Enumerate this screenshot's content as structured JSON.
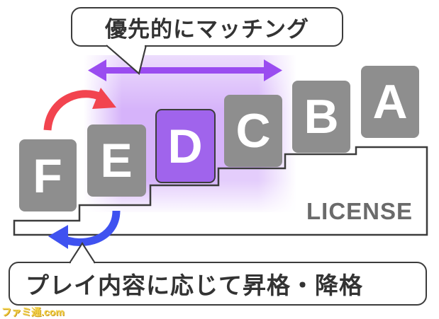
{
  "top_label": "優先的にマッチング",
  "bottom_label": "プレイ内容に応じて昇格・降格",
  "license_label": "LICENSE",
  "watermark_text": "ファミ通.com",
  "tiles": [
    {
      "letter": "F",
      "highlighted": false
    },
    {
      "letter": "E",
      "highlighted": false
    },
    {
      "letter": "D",
      "highlighted": true
    },
    {
      "letter": "C",
      "highlighted": false
    },
    {
      "letter": "B",
      "highlighted": false
    },
    {
      "letter": "A",
      "highlighted": false
    }
  ],
  "colors": {
    "tile_gray": "#8e8e8e",
    "tile_highlight": "#a064ec",
    "match_arrow": "#9a4cf0",
    "promote_arrow": "#f2444f",
    "demote_arrow": "#3f52f0",
    "outline": "#3c3c3c"
  },
  "icons": [
    "double-headed-arrow-icon",
    "curved-up-arrow-icon",
    "curved-down-arrow-icon"
  ]
}
